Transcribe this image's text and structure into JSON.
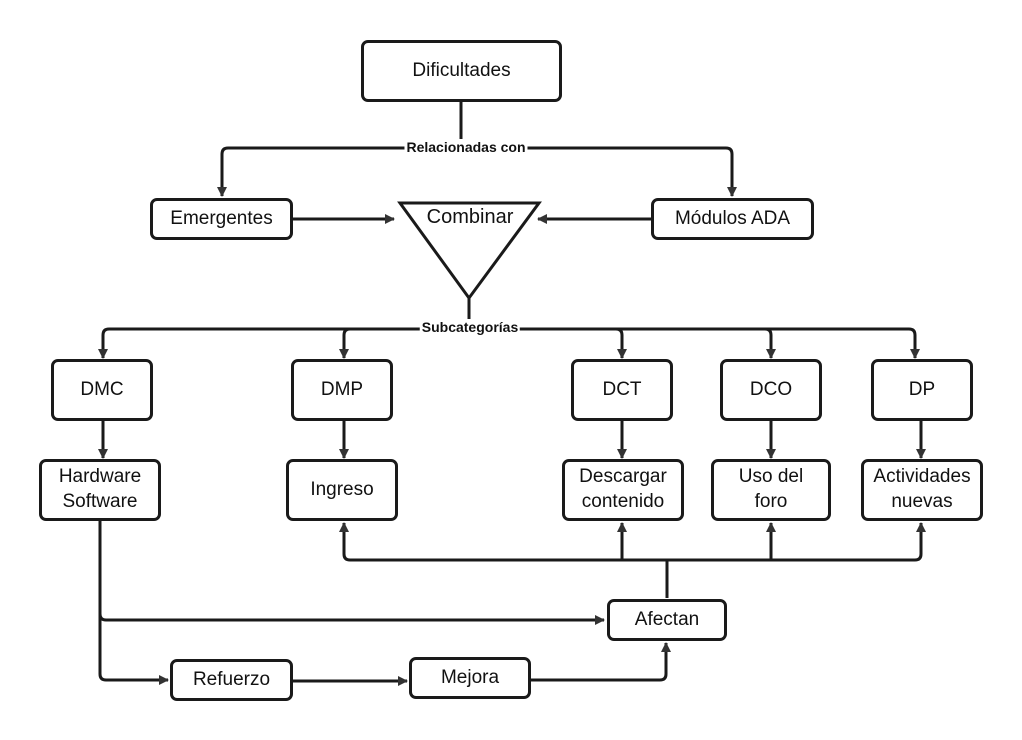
{
  "diagram": {
    "root": "Dificultades",
    "relation_label": "Relacionadas con",
    "left_source": "Emergentes",
    "right_source": "Módulos ADA",
    "merge": "Combinar",
    "subcategory_label": "Subcategorías",
    "categories": [
      {
        "code": "DMC",
        "detail": "Hardware Software",
        "detail_lines": [
          "Hardware",
          "Software"
        ]
      },
      {
        "code": "DMP",
        "detail": "Ingreso",
        "detail_lines": [
          "Ingreso"
        ]
      },
      {
        "code": "DCT",
        "detail": "Descargar contenido",
        "detail_lines": [
          "Descargar",
          "contenido"
        ]
      },
      {
        "code": "DCO",
        "detail": "Uso del foro",
        "detail_lines": [
          "Uso del",
          "foro"
        ]
      },
      {
        "code": "DP",
        "detail": "Actividades nuevas",
        "detail_lines": [
          "Actividades",
          "nuevas"
        ]
      }
    ],
    "affect": "Afectan",
    "reinforce": "Refuerzo",
    "improve": "Mejora"
  }
}
